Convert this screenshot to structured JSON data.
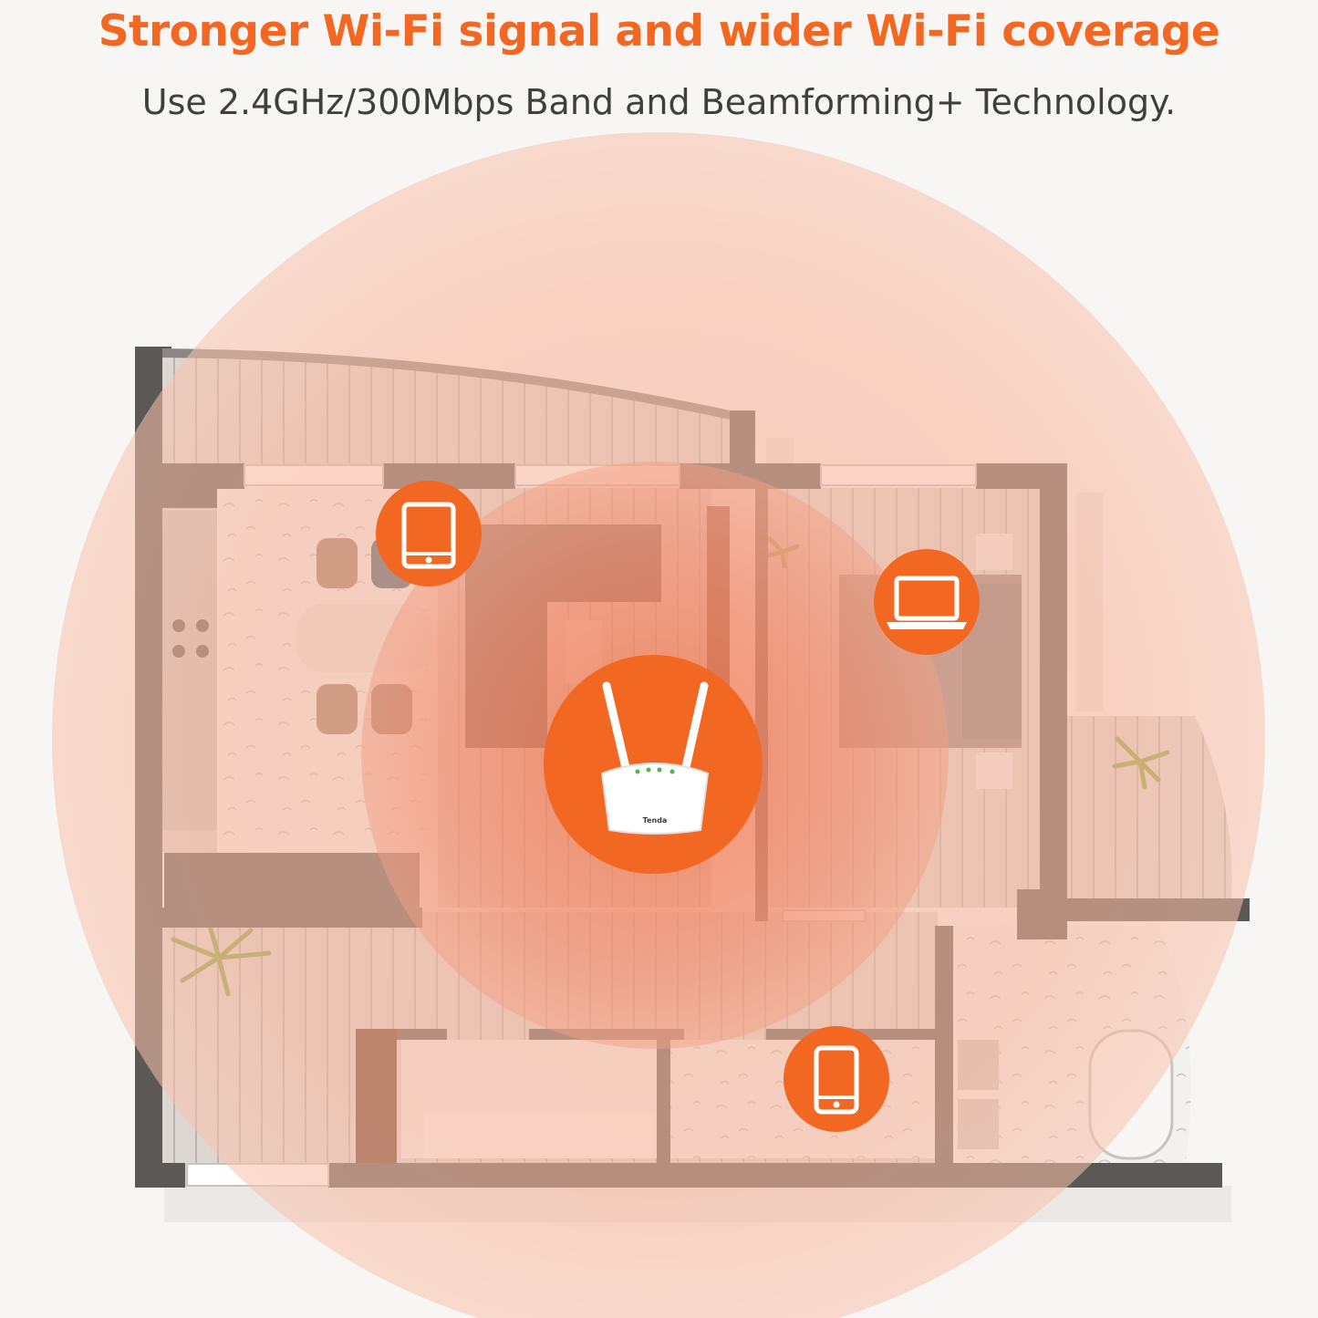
{
  "banner": {
    "title": "Stronger Wi-Fi signal and wider Wi-Fi coverage",
    "subtitle": "Use 2.4GHz/300Mbps Band and Beamforming+ Technology."
  },
  "router": {
    "brand": "Tenda",
    "icon": "wifi-router-icon"
  },
  "devices": [
    {
      "icon": "tablet-icon"
    },
    {
      "icon": "laptop-icon"
    },
    {
      "icon": "smartphone-icon"
    }
  ],
  "colors": {
    "accent": "#f26722",
    "wall": "#5c5855",
    "floor": "#d9d3cf",
    "coverage_outer": "#f7b49a",
    "coverage_inner": "#f0876a",
    "plant": "#8aa33c"
  }
}
